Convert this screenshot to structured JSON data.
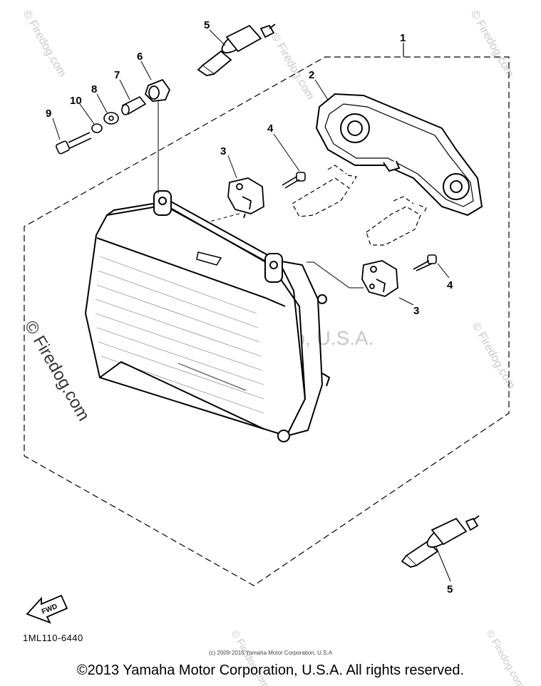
{
  "diagram": {
    "callouts": {
      "c1": "1",
      "c2": "2",
      "c3a": "3",
      "c3b": "3",
      "c4a": "4",
      "c4b": "4",
      "c5a": "5",
      "c5b": "5",
      "c6": "6",
      "c7": "7",
      "c8": "8",
      "c9": "9",
      "c10": "10"
    },
    "fwd_label": "FWD",
    "drawing_code": "1ML110-6440"
  },
  "watermarks": {
    "center": "Yamaha Motor Corp, U.S.A.",
    "side_left": "© Firedog.com",
    "side_repeat": "© Firedog.com"
  },
  "footer": {
    "small_copyright": "(c) 2009-2015 Yamaha Motor Corporation, U.S.A",
    "copyright": "©2013 Yamaha Motor Corporation, U.S.A. All rights reserved."
  }
}
